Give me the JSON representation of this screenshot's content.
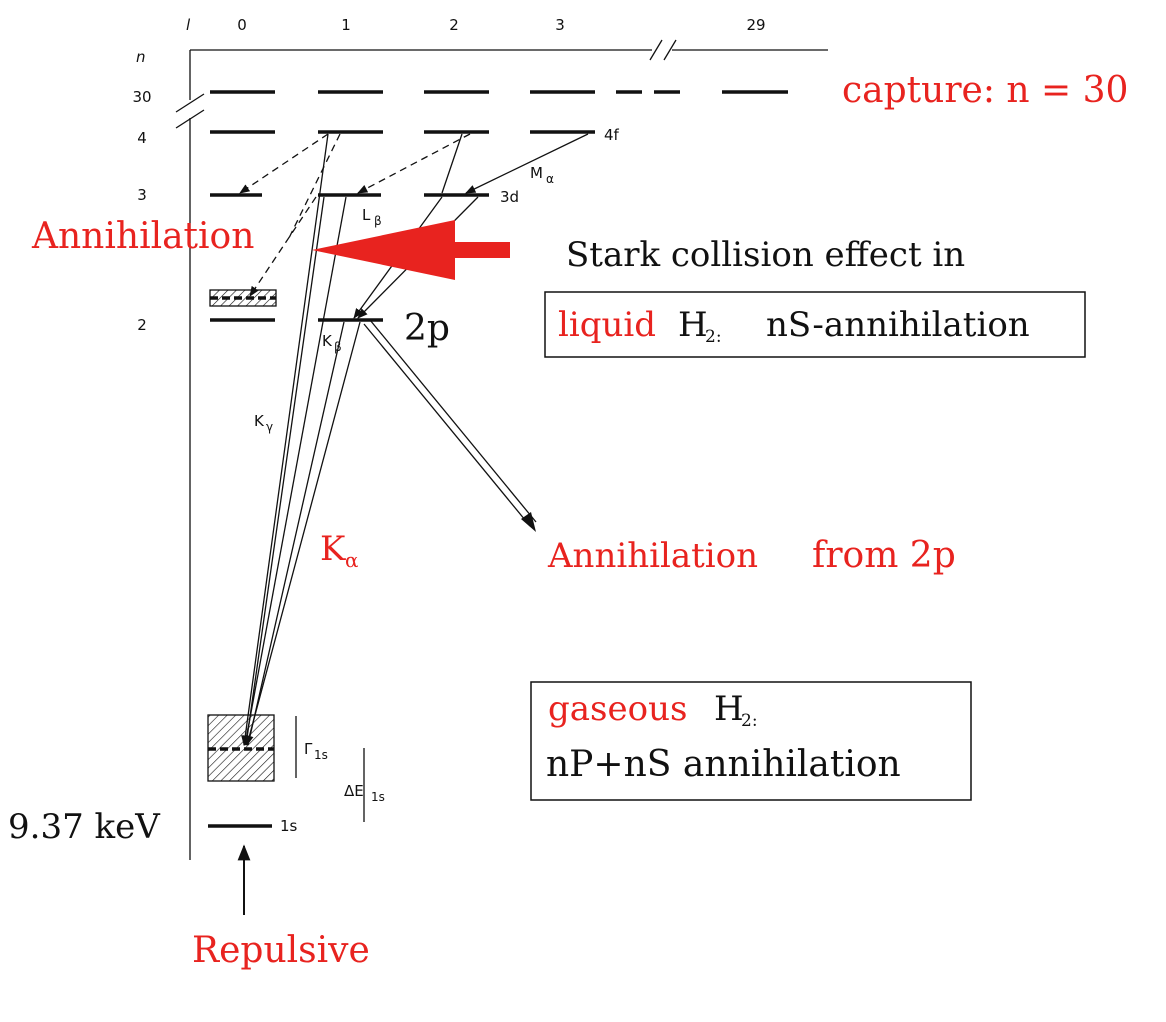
{
  "axis": {
    "l_symbol": "l",
    "n_symbol": "n",
    "l_values": [
      "0",
      "1",
      "2",
      "3",
      "29"
    ],
    "n_values": [
      "30",
      "4",
      "3",
      "2"
    ]
  },
  "state_labels": {
    "f4": "4f",
    "d3": "3d",
    "p2": "2p",
    "s1": "1s"
  },
  "transitions": {
    "m_alpha": "M",
    "m_alpha_sub": "α",
    "l_beta": "L",
    "l_beta_sub": "β",
    "k_beta": "K",
    "k_beta_sub": "β",
    "k_gamma": "K",
    "k_gamma_sub": "γ",
    "k_alpha": "K",
    "k_alpha_sub": "α"
  },
  "widths": {
    "gamma": "Γ",
    "gamma_sub": "1s",
    "delta": "ΔE",
    "delta_sub": "1s"
  },
  "annotations": {
    "capture": "capture: n = 30",
    "annihilation": "Annihilation",
    "stark": "Stark collision effect in",
    "liquid_word": "liquid",
    "liquid_h2": "H",
    "liquid_h2_sub": "2:",
    "liquid_rest": "nS-annihilation",
    "annih_2p_a": "Annihilation",
    "annih_2p_b": "from 2p",
    "gaseous_word": "gaseous",
    "gaseous_h2": "H",
    "gaseous_h2_sub": "2:",
    "gaseous_rest": "nP+nS annihilation",
    "energy": "9.37 keV",
    "repulsive": "Repulsive"
  },
  "colors": {
    "accent_red": "#e8231f",
    "ink": "#111111"
  }
}
